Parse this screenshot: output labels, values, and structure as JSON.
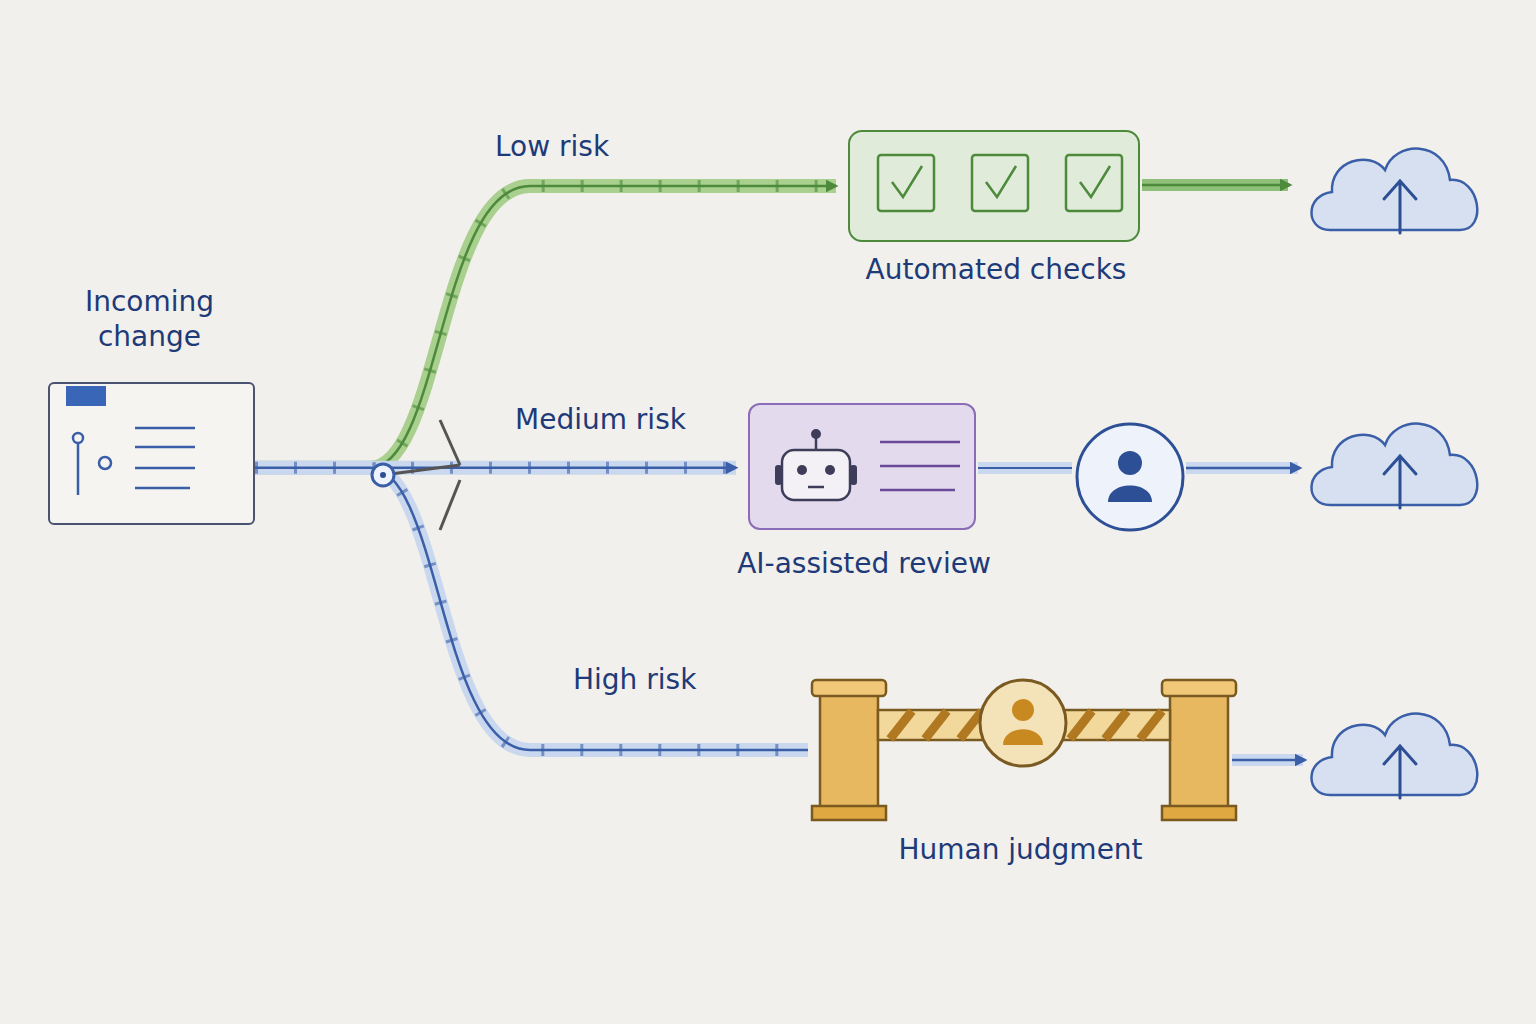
{
  "diagram": {
    "nodes": [
      {
        "text": [
          "Incoming change"
        ]
      },
      {
        "text": [
          "Automated checks"
        ]
      },
      {
        "text": [
          "AI-assisted review"
        ]
      },
      {
        "text": [
          "Human judgment"
        ]
      }
    ],
    "edges": [
      {
        "from": 0,
        "to": 1,
        "arrow": "to",
        "label": "Low risk"
      },
      {
        "from": 0,
        "to": 2,
        "arrow": "to",
        "label": "Medium risk"
      },
      {
        "from": 0,
        "to": 3,
        "arrow": "none",
        "label": "High risk"
      }
    ]
  }
}
